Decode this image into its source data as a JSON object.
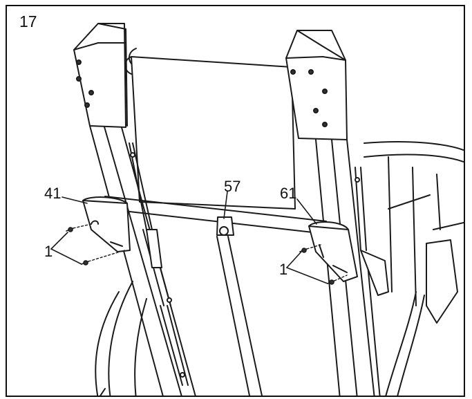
{
  "step_number": "17",
  "callouts": {
    "part_41": "41",
    "part_57": "57",
    "part_61": "61",
    "screw_left": "1",
    "screw_right": "1"
  },
  "colors": {
    "line": "#1a1a1a",
    "fill": "#ffffff",
    "shade": "#e8e8e8"
  }
}
